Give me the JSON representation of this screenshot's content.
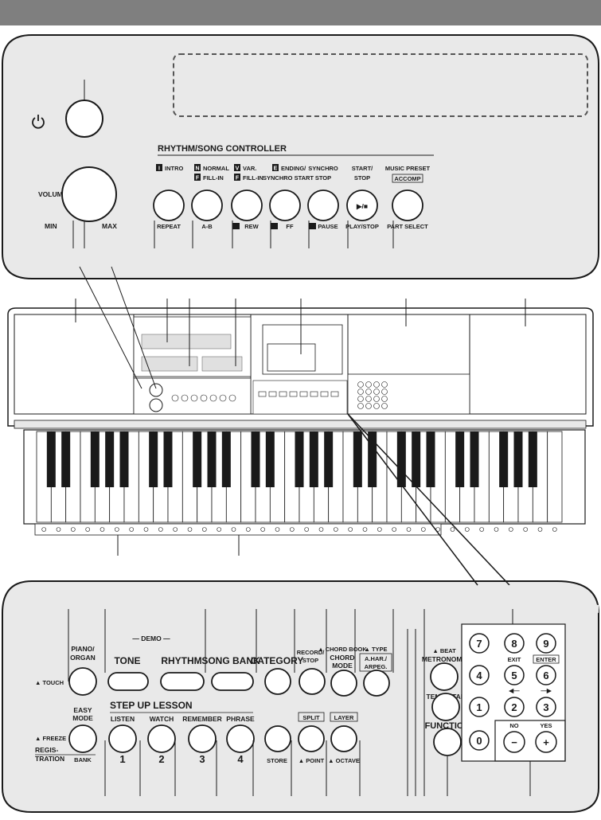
{
  "colors": {
    "header_bar": "#7f7f7f",
    "panel_fill": "#e9e9e9",
    "line": "#1a1a1a",
    "keyboard_body": "#cfcfcf"
  },
  "top": {
    "power_icon": "power-icon",
    "volume": "VOLUME",
    "min": "MIN",
    "max": "MAX",
    "rhythm_song_controller": "RHYTHM/SONG CONTROLLER",
    "buttons": [
      {
        "top_badge": "I",
        "top": "INTRO",
        "top2": "",
        "bottom": "REPEAT",
        "bottom_icon": ""
      },
      {
        "top_badge": "N",
        "top": "NORMAL",
        "top_badge2": "F",
        "top2": "FILL-IN",
        "bottom": "A-B",
        "bottom_icon": ""
      },
      {
        "top_badge": "V",
        "top": "VAR.",
        "top_badge2": "F",
        "top2": "FILL-IN",
        "bottom": "REW",
        "bottom_icon": "rewind"
      },
      {
        "top_badge": "E",
        "top": "ENDING/",
        "top2": "SYNCHRO START",
        "bottom": "FF",
        "bottom_icon": "fast-forward"
      },
      {
        "top": "SYNCHRO",
        "top2": "STOP",
        "bottom": "PAUSE",
        "bottom_icon": "pause"
      },
      {
        "top": "START/",
        "top2": "STOP",
        "bottom": "PLAY/STOP",
        "center": "▶/■"
      },
      {
        "top": "MUSIC PRESET",
        "top2": "ACCOMP",
        "bottom": "PART SELECT"
      }
    ]
  },
  "bottom": {
    "demo": "DEMO",
    "piano_organ": [
      "PIANO/",
      "ORGAN"
    ],
    "touch": "TOUCH",
    "tone": "TONE",
    "rhythm": "RHYTHM",
    "song_bank": "SONG BANK",
    "category": "CATEGORY",
    "record_stop": [
      "RECORD/",
      "STOP"
    ],
    "chord_book": "CHORD BOOK",
    "chord_mode": [
      "CHORD",
      "MODE"
    ],
    "type": "TYPE",
    "a_har": [
      "A.HAR./",
      "ARPEG."
    ],
    "beat": "BEAT",
    "metronome": "METRONOME",
    "tempo_tap": "TEMPO/TAP",
    "function": "FUNCTION",
    "easy_mode": [
      "EASY",
      "MODE"
    ],
    "freeze": "FREEZE",
    "registration": [
      "REGIS-",
      "TRATION"
    ],
    "bank": "BANK",
    "step_up_lesson": "STEP UP LESSON",
    "lessons": [
      {
        "label": "LISTEN",
        "num": "1"
      },
      {
        "label": "WATCH",
        "num": "2"
      },
      {
        "label": "REMEMBER",
        "num": "3"
      },
      {
        "label": "PHRASE",
        "num": "4"
      }
    ],
    "store": "STORE",
    "split": "SPLIT",
    "point": "POINT",
    "layer": "LAYER",
    "octave": "OCTAVE",
    "keypad": [
      "7",
      "8",
      "9",
      "4",
      "5",
      "6",
      "1",
      "2",
      "3",
      "0",
      "−",
      "+"
    ],
    "exit": "EXIT",
    "enter": "ENTER",
    "no": "NO",
    "yes": "YES"
  }
}
